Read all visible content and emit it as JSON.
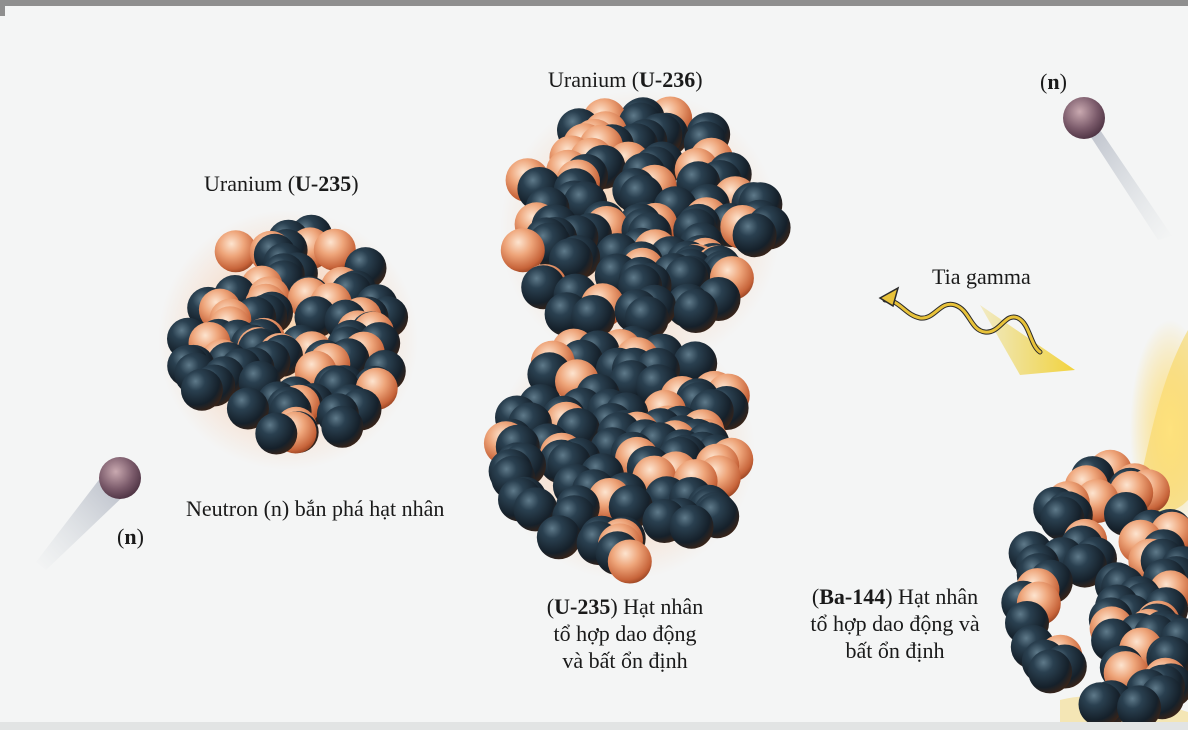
{
  "labels": {
    "u235_prefix": "Uranium (",
    "u235_bold": "U-235",
    "u235_suffix": ")",
    "u236_prefix": "Uranium (",
    "u236_bold": "U-236",
    "u236_suffix": ")",
    "neutron_symbol": "n",
    "neutron_bombard": "Neutron (n) bắn phá hạt nhân",
    "gamma": "Tia gamma",
    "u235_excited_bold": "U-235",
    "u235_excited_line1": ") Hạt nhân",
    "u235_excited_line2": "tổ hợp dao động",
    "u235_excited_line3": "và bất ổn định",
    "ba144_bold": "Ba-144",
    "ba144_line1": ") Hạt nhân",
    "ba144_line2": "tổ hợp dao động và",
    "ba144_line3": "bất ổn định"
  },
  "colors": {
    "neutron_sphere": "#1f2d3a",
    "proton_sphere": "#e8a070",
    "glow": "#ff8a2a",
    "gamma_ray": "#e0b020",
    "background": "#f4f5f5"
  }
}
